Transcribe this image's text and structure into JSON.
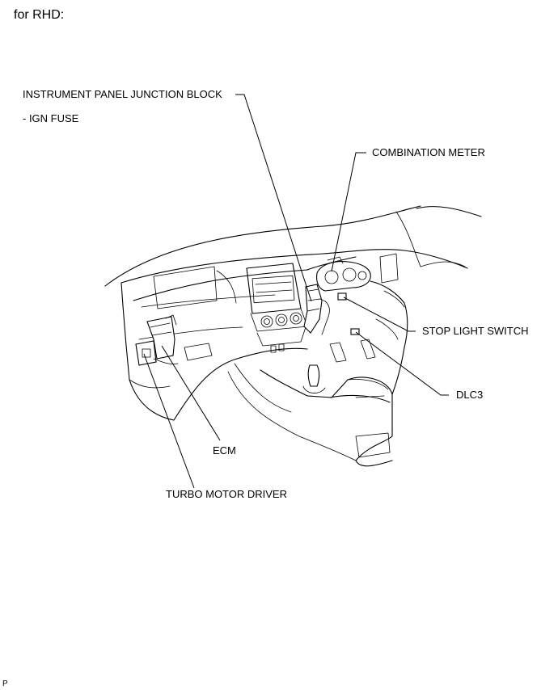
{
  "heading": "for RHD:",
  "footer_code": "P",
  "labels": {
    "ipjb": "INSTRUMENT PANEL JUNCTION BLOCK",
    "ign_fuse": "- IGN FUSE",
    "combination_meter": "COMBINATION METER",
    "stop_light_switch": "STOP LIGHT SWITCH",
    "dlc3": "DLC3",
    "ecm": "ECM",
    "turbo_motor_driver": "TURBO MOTOR DRIVER"
  }
}
